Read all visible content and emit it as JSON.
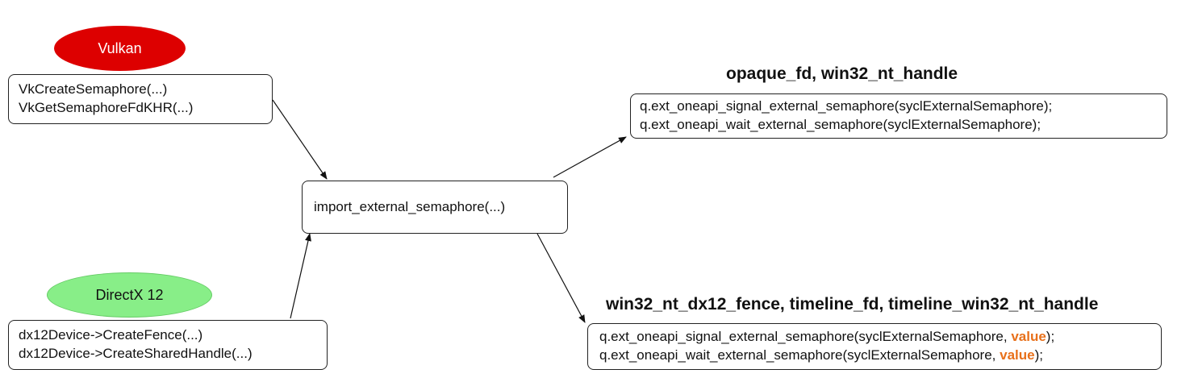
{
  "sources": {
    "vulkan": {
      "label": "Vulkan",
      "color": "#dd0000",
      "text_color": "#ffffff",
      "calls": [
        "VkCreateSemaphore(...)",
        "VkGetSemaphoreFdKHR(...)"
      ]
    },
    "directx": {
      "label": "DirectX 12",
      "color": "#88ee88",
      "text_color": "#111111",
      "calls": [
        "dx12Device->CreateFence(...)",
        "dx12Device->CreateSharedHandle(...)"
      ]
    }
  },
  "center": {
    "label": "import_external_semaphore(...)"
  },
  "outputs": {
    "binary": {
      "heading": "opaque_fd, win32_nt_handle",
      "lines": [
        {
          "text": "q.ext_oneapi_signal_external_semaphore(syclExternalSemaphore);"
        },
        {
          "text": "q.ext_oneapi_wait_external_semaphore(syclExternalSemaphore);"
        }
      ]
    },
    "timeline": {
      "heading": "win32_nt_dx12_fence, timeline_fd, timeline_win32_nt_handle",
      "lines": [
        {
          "prefix": "q.ext_oneapi_signal_external_semaphore(syclExternalSemaphore, ",
          "highlight": "value",
          "suffix": ");"
        },
        {
          "prefix": "q.ext_oneapi_wait_external_semaphore(syclExternalSemaphore, ",
          "highlight": "value",
          "suffix": ");"
        }
      ],
      "highlight_color": "#e8701a"
    }
  }
}
